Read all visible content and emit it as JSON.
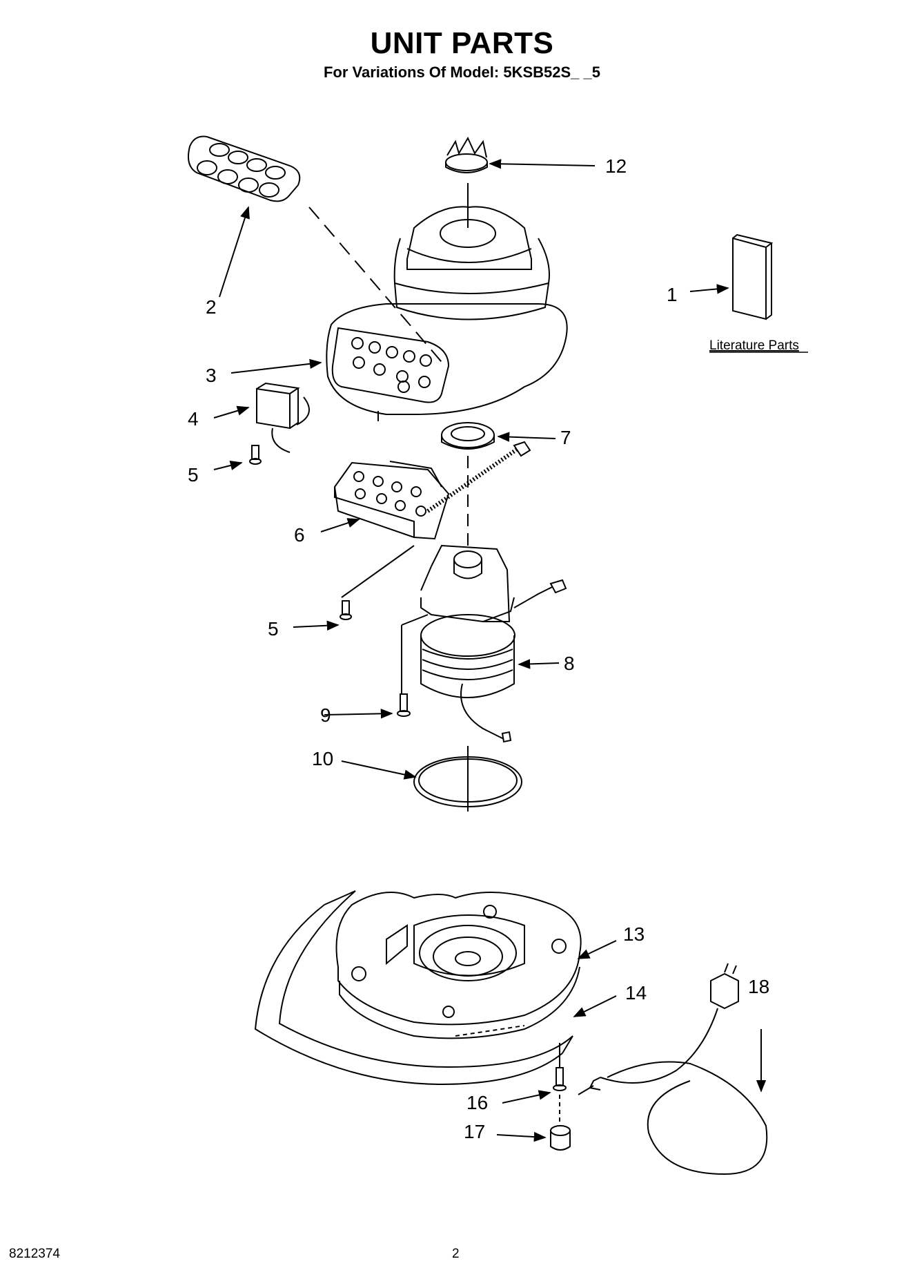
{
  "header": {
    "title": "UNIT PARTS",
    "subtitle": "For Variations Of Model: 5KSB52S_ _5"
  },
  "footer": {
    "doc_number": "8212374",
    "page_number": "2"
  },
  "literature_label": "Literature Parts",
  "callouts": [
    {
      "id": "c1",
      "label": "1"
    },
    {
      "id": "c2",
      "label": "2"
    },
    {
      "id": "c3",
      "label": "3"
    },
    {
      "id": "c4",
      "label": "4"
    },
    {
      "id": "c5a",
      "label": "5"
    },
    {
      "id": "c5b",
      "label": "5"
    },
    {
      "id": "c6",
      "label": "6"
    },
    {
      "id": "c7",
      "label": "7"
    },
    {
      "id": "c8",
      "label": "8"
    },
    {
      "id": "c9",
      "label": "9"
    },
    {
      "id": "c10",
      "label": "10"
    },
    {
      "id": "c12",
      "label": "12"
    },
    {
      "id": "c13",
      "label": "13"
    },
    {
      "id": "c14",
      "label": "14"
    },
    {
      "id": "c16",
      "label": "16"
    },
    {
      "id": "c17",
      "label": "17"
    },
    {
      "id": "c18",
      "label": "18"
    }
  ]
}
